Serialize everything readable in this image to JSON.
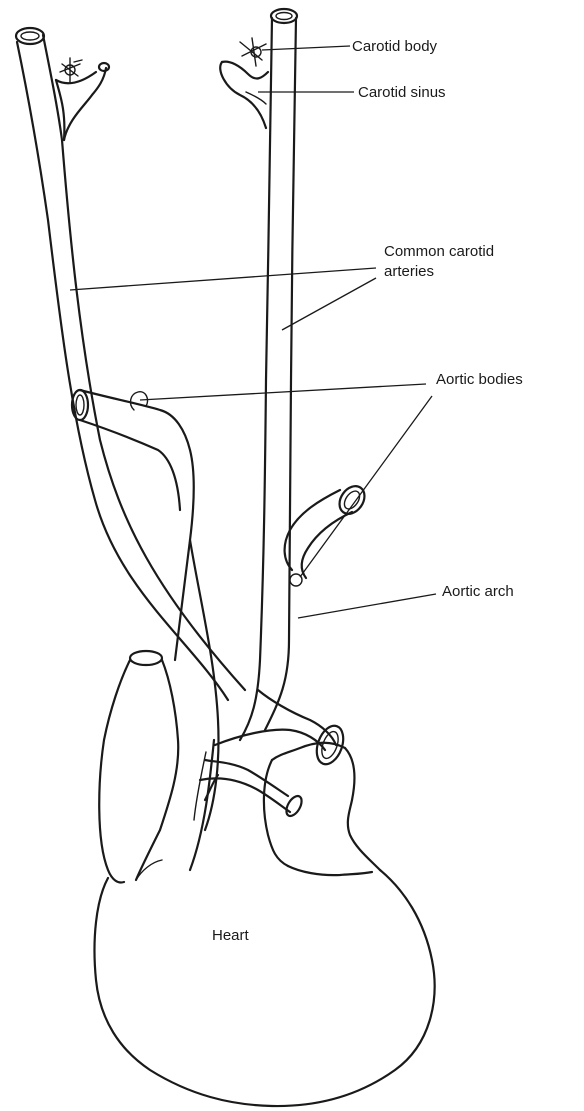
{
  "labels": {
    "carotid_body": "Carotid body",
    "carotid_sinus": "Carotid sinus",
    "common_carotid_line1": "Common carotid",
    "common_carotid_line2": "arteries",
    "aortic_bodies": "Aortic bodies",
    "aortic_arch": "Aortic arch",
    "heart": "Heart"
  },
  "colors": {
    "ink": "#1a1a1a",
    "background": "#ffffff"
  }
}
